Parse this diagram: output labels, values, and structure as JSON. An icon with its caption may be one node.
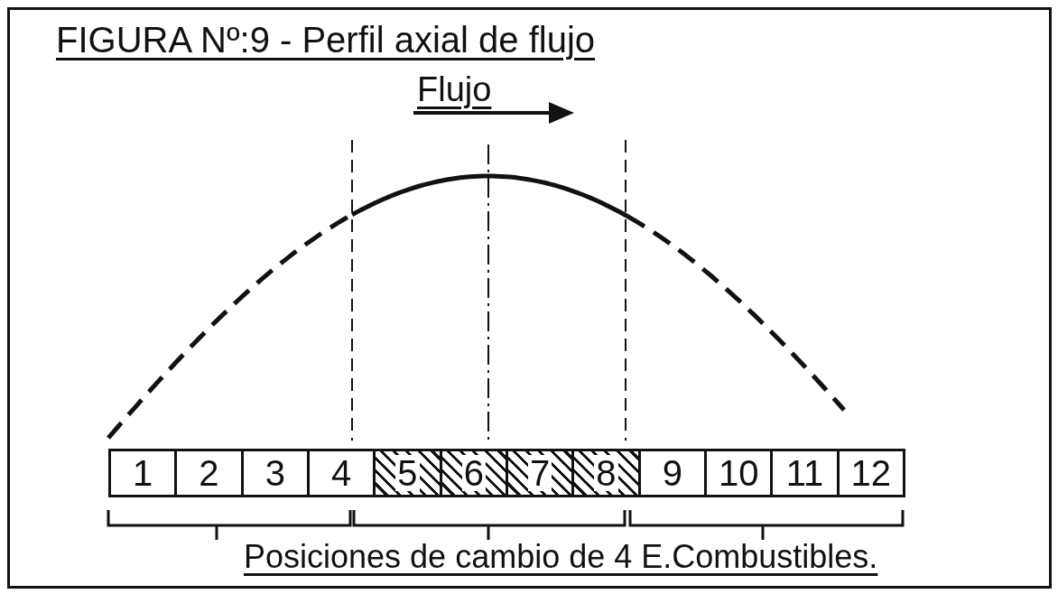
{
  "diagram": {
    "title": "FIGURA Nº:9 - Perfil axial de flujo",
    "caption": "Posiciones de cambio de 4 E.Combustibles.",
    "nodes": [
      {
        "text": [
          "1"
        ]
      },
      {
        "text": [
          "2"
        ]
      },
      {
        "text": [
          "3"
        ]
      },
      {
        "text": [
          "4"
        ]
      },
      {
        "text": [
          "5"
        ]
      },
      {
        "text": [
          "6"
        ]
      },
      {
        "text": [
          "7"
        ]
      },
      {
        "text": [
          "8"
        ]
      },
      {
        "text": [
          "9"
        ]
      },
      {
        "text": [
          "10"
        ]
      },
      {
        "text": [
          "11"
        ]
      },
      {
        "text": [
          "12"
        ]
      }
    ],
    "edges": [],
    "labels": [
      "Flujo"
    ]
  }
}
